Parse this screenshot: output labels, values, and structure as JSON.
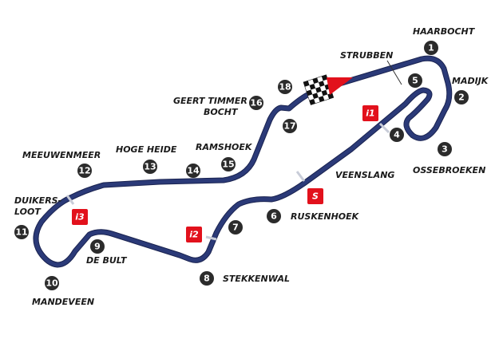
{
  "track": {
    "color": "#2b3a78",
    "outline": "#1a2350",
    "marker_color": "#c8ccd8",
    "arrow_color": "#e2111c"
  },
  "turns": [
    {
      "num": "1"
    },
    {
      "num": "2"
    },
    {
      "num": "3"
    },
    {
      "num": "4"
    },
    {
      "num": "5"
    },
    {
      "num": "6"
    },
    {
      "num": "7"
    },
    {
      "num": "8"
    },
    {
      "num": "9"
    },
    {
      "num": "10"
    },
    {
      "num": "11"
    },
    {
      "num": "12"
    },
    {
      "num": "13"
    },
    {
      "num": "14"
    },
    {
      "num": "15"
    },
    {
      "num": "16"
    },
    {
      "num": "17"
    },
    {
      "num": "18"
    }
  ],
  "labels": {
    "haarbocht": "HAARBOCHT",
    "strubben": "STRUBBEN",
    "madijk": "MADIJK",
    "ossebroeken": "OSSEBROEKEN",
    "veenslang": "VEENSLANG",
    "ruskenhoek": "RUSKENHOEK",
    "stekkenwal": "STEKKENWAL",
    "de_bult": "DE BULT",
    "mandeveen": "MANDEVEEN",
    "duikersloot_1": "DUIKERS-",
    "duikersloot_2": "LOOT",
    "meeuwenmeer": "MEEUWENMEER",
    "hoge_heide": "HOGE HEIDE",
    "ramshoek": "RAMSHOEK",
    "geert_timmer_1": "GEERT TIMMER",
    "geert_timmer_2": "BOCHT"
  },
  "sectors": {
    "i1": "i1",
    "i2": "i2",
    "i3": "i3",
    "s": "S"
  }
}
